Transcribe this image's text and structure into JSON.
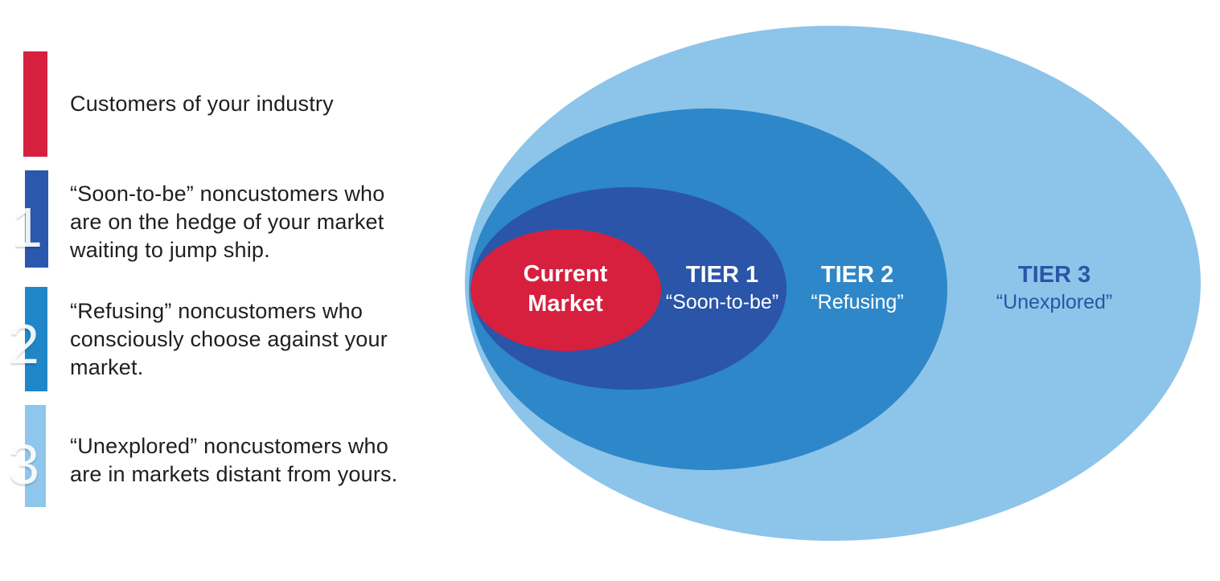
{
  "title": "Tiers of noncustomers diagram",
  "colors": {
    "red": "#d6203e",
    "tier1_dark_blue": "#2a55a8",
    "tier2_medium_blue": "#2e87c8",
    "tier3_light_blue": "#8dc4ea",
    "legend_text": "#1f1f1f",
    "tier3_label_text": "#2a55a4",
    "white_label_text": "#ffffff"
  },
  "legend": {
    "items": [
      {
        "number": "",
        "color": "#d6203e",
        "text": "Customers of your industry"
      },
      {
        "number": "1",
        "color": "#2a58ae",
        "text": "“Soon-to-be” noncustomers who\nare on the hedge of your market\nwaiting to jump ship."
      },
      {
        "number": "2",
        "color": "#1f87c8",
        "text": "“Refusing” noncustomers who\nconsciously choose against your\nmarket."
      },
      {
        "number": "3",
        "color": "#8ec6ec",
        "text": "“Unexplored” noncustomers who\nare in markets distant from yours."
      }
    ]
  },
  "diagram": {
    "current_market": {
      "label": "Current\nMarket"
    },
    "tier1": {
      "title": "TIER 1",
      "subtitle": "“Soon-to-be”"
    },
    "tier2": {
      "title": "TIER 2",
      "subtitle": "“Refusing”"
    },
    "tier3": {
      "title": "TIER 3",
      "subtitle": "“Unexplored”"
    }
  }
}
